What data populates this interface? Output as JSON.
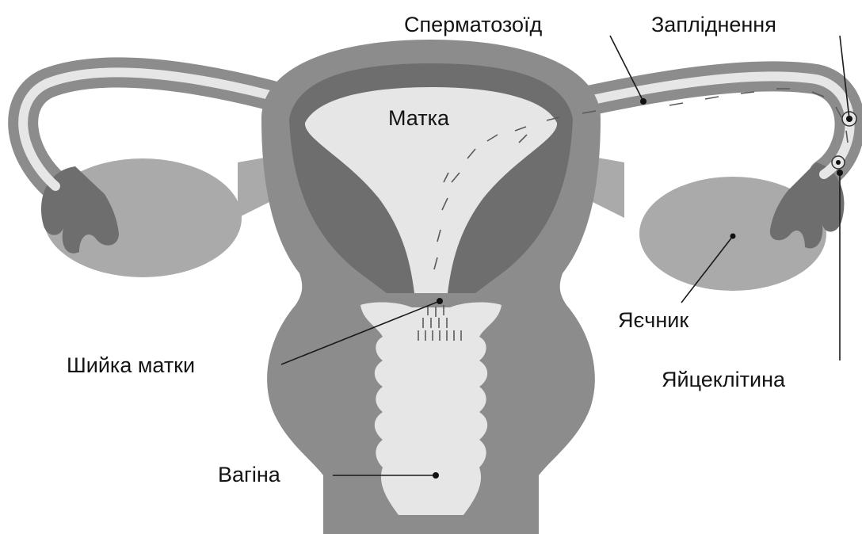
{
  "labels": {
    "sperm": "Сперматозоїд",
    "fertilization": "Запліднення",
    "uterus": "Матка",
    "ovary": "Яєчник",
    "egg": "Яйцеклітина",
    "cervix": "Шийка матки",
    "vagina": "Вагіна"
  },
  "colors": {
    "background": "#ffffff",
    "tissue_dark": "#6e6e6e",
    "tissue_medium": "#8c8c8c",
    "tissue_light": "#aaaaaa",
    "cavity": "#e6e6e6",
    "text": "#141414"
  }
}
